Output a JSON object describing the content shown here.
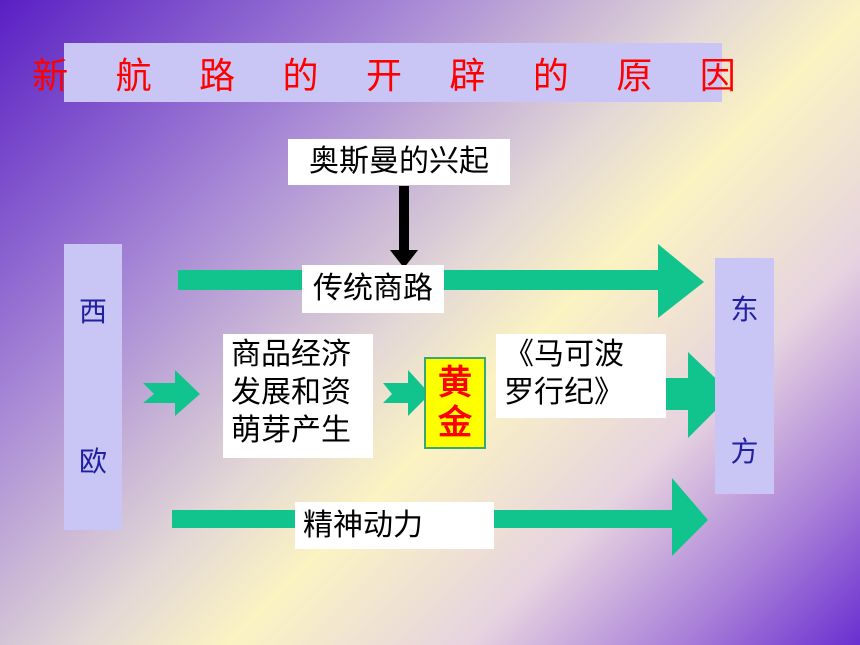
{
  "title": "新 航 路 的 开 辟 的 原 因",
  "left": {
    "top_char": "西",
    "bottom_char": "欧"
  },
  "right": {
    "top_char": "东",
    "bottom_char": "方"
  },
  "rise": "奥斯曼的兴起",
  "traditional": "传统商路",
  "economy": [
    "商品经济",
    "发展和资",
    "萌芽产生"
  ],
  "gold": [
    "黄",
    "金"
  ],
  "marco": [
    "《马可波",
    "罗行纪》"
  ],
  "spirit": "精神动力",
  "colors": {
    "arrow": "#11c48e",
    "box_bg": "#c9c6f5",
    "title_text": "#ff0000",
    "gold_bg": "#ffff00"
  }
}
